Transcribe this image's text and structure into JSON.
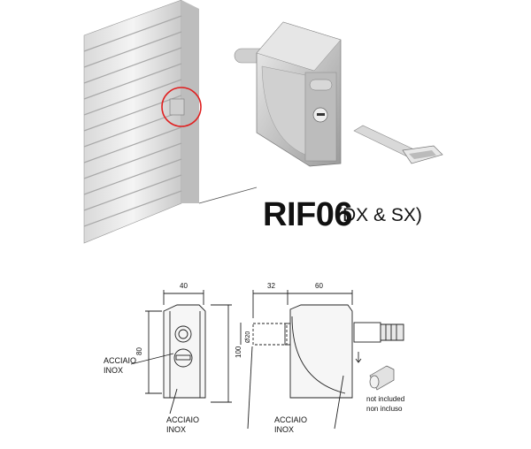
{
  "title": {
    "model": "RIF06",
    "variant": "(DX & SX)"
  },
  "drawing": {
    "front": {
      "width_dim": "40",
      "height_dim_outer": "80",
      "height_dim_total": "100",
      "material_label_left_line1": "ACCIAIO",
      "material_label_left_line2": "INOX",
      "material_label_bottom_line1": "ACCIAIO",
      "material_label_bottom_line2": "INOX"
    },
    "side": {
      "pin_dim": "32",
      "body_dim": "60",
      "diameter_dim": "Ø20",
      "material_label_line1": "ACCIAIO",
      "material_label_line2": "INOX",
      "cylinder_note_line1": "not included",
      "cylinder_note_line2": "non incluso"
    }
  }
}
